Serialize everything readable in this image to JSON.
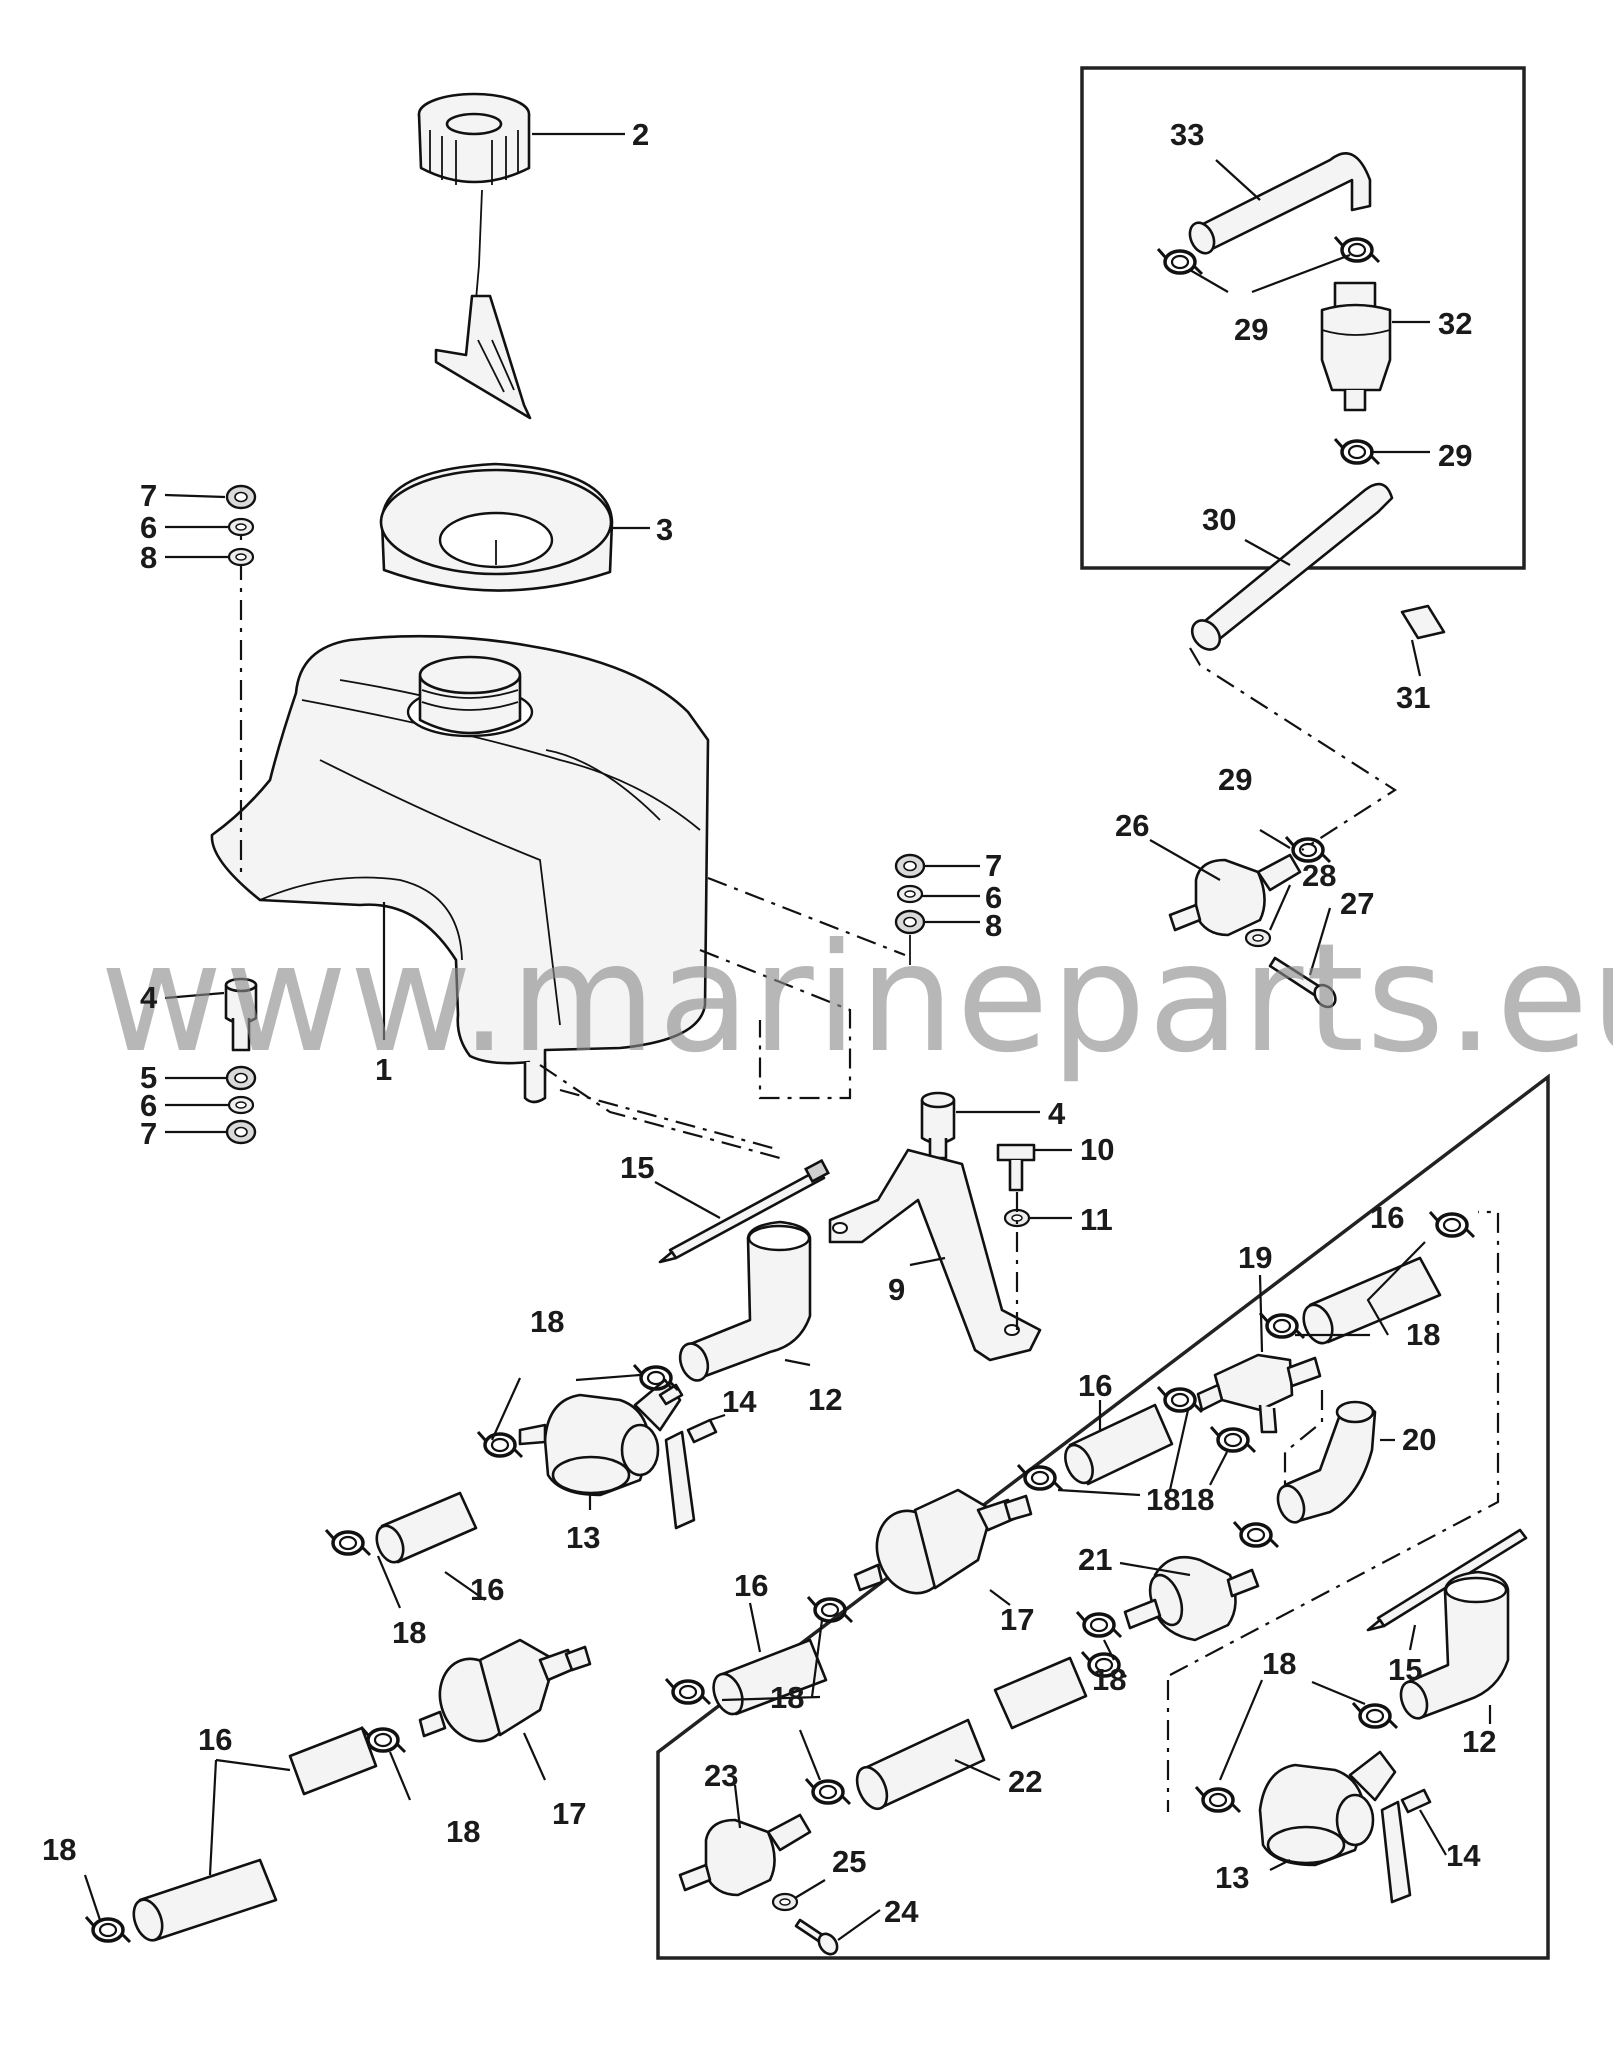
{
  "watermark": "www.marineparts.eu",
  "callouts": [
    {
      "id": "c2",
      "text": "2"
    },
    {
      "id": "c3",
      "text": "3"
    },
    {
      "id": "c7a",
      "text": "7"
    },
    {
      "id": "c6a",
      "text": "6"
    },
    {
      "id": "c8a",
      "text": "8"
    },
    {
      "id": "c1",
      "text": "1"
    },
    {
      "id": "c4a",
      "text": "4"
    },
    {
      "id": "c5",
      "text": "5"
    },
    {
      "id": "c6b",
      "text": "6"
    },
    {
      "id": "c7b",
      "text": "7"
    },
    {
      "id": "c7c",
      "text": "7"
    },
    {
      "id": "c6c",
      "text": "6"
    },
    {
      "id": "c8b",
      "text": "8"
    },
    {
      "id": "c4b",
      "text": "4"
    },
    {
      "id": "c10",
      "text": "10"
    },
    {
      "id": "c11",
      "text": "11"
    },
    {
      "id": "c9",
      "text": "9"
    },
    {
      "id": "c15a",
      "text": "15"
    },
    {
      "id": "c18a",
      "text": "18"
    },
    {
      "id": "c12a",
      "text": "12"
    },
    {
      "id": "c14a",
      "text": "14"
    },
    {
      "id": "c13a",
      "text": "13"
    },
    {
      "id": "c16a",
      "text": "16"
    },
    {
      "id": "c18b",
      "text": "18"
    },
    {
      "id": "c17a",
      "text": "17"
    },
    {
      "id": "c16b",
      "text": "16"
    },
    {
      "id": "c18c",
      "text": "18"
    },
    {
      "id": "c18d",
      "text": "18"
    },
    {
      "id": "c33",
      "text": "33"
    },
    {
      "id": "c29a",
      "text": "29"
    },
    {
      "id": "c32",
      "text": "32"
    },
    {
      "id": "c29b",
      "text": "29"
    },
    {
      "id": "c30",
      "text": "30"
    },
    {
      "id": "c31",
      "text": "31"
    },
    {
      "id": "c29c",
      "text": "29"
    },
    {
      "id": "c26",
      "text": "26"
    },
    {
      "id": "c28",
      "text": "28"
    },
    {
      "id": "c27",
      "text": "27"
    },
    {
      "id": "c16c",
      "text": "16"
    },
    {
      "id": "c19",
      "text": "19"
    },
    {
      "id": "c18e",
      "text": "18"
    },
    {
      "id": "c16d",
      "text": "16"
    },
    {
      "id": "c20",
      "text": "20"
    },
    {
      "id": "c18f",
      "text": "18"
    },
    {
      "id": "c18g",
      "text": "18"
    },
    {
      "id": "c21",
      "text": "21"
    },
    {
      "id": "c16e",
      "text": "16"
    },
    {
      "id": "c17b",
      "text": "17"
    },
    {
      "id": "c18h",
      "text": "18"
    },
    {
      "id": "c18i",
      "text": "18"
    },
    {
      "id": "c22",
      "text": "22"
    },
    {
      "id": "c23",
      "text": "23"
    },
    {
      "id": "c25",
      "text": "25"
    },
    {
      "id": "c24",
      "text": "24"
    },
    {
      "id": "c15b",
      "text": "15"
    },
    {
      "id": "c18j",
      "text": "18"
    },
    {
      "id": "c12b",
      "text": "12"
    },
    {
      "id": "c13b",
      "text": "13"
    },
    {
      "id": "c14b",
      "text": "14"
    }
  ]
}
